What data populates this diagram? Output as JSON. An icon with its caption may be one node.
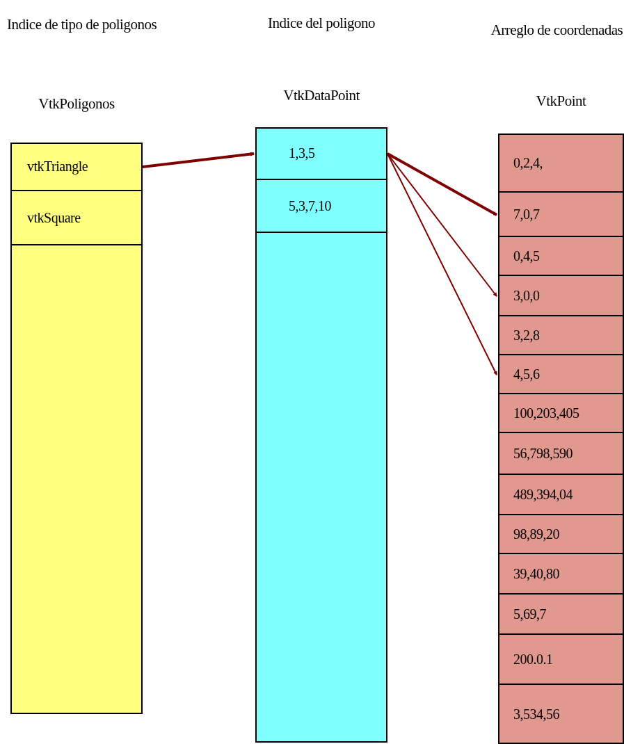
{
  "diagram": {
    "nodes": [
      {
        "text": [
          "Indice de tipo de poligonos",
          "VtkPoligonos"
        ]
      },
      {
        "text": [
          "vtkTriangle"
        ],
        "in": 0
      },
      {
        "text": [
          "vtkSquare"
        ],
        "in": 0
      },
      {
        "text": [
          "Indice del poligono",
          "VtkDataPoint"
        ]
      },
      {
        "text": [
          "1,3,5"
        ],
        "in": 3
      },
      {
        "text": [
          "5,3,7,10"
        ],
        "in": 3
      },
      {
        "text": [
          "Arreglo de coordenadas",
          "VtkPoint"
        ]
      },
      {
        "text": [
          "0,2,4,"
        ],
        "in": 6
      },
      {
        "text": [
          "7,0,7"
        ],
        "in": 6
      },
      {
        "text": [
          "0,4,5"
        ],
        "in": 6
      },
      {
        "text": [
          "3,0,0"
        ],
        "in": 6
      },
      {
        "text": [
          "3,2,8"
        ],
        "in": 6
      },
      {
        "text": [
          "4,5,6"
        ],
        "in": 6
      },
      {
        "text": [
          "100,203,405"
        ],
        "in": 6
      },
      {
        "text": [
          "56,798,590"
        ],
        "in": 6
      },
      {
        "text": [
          "489,394,04"
        ],
        "in": 6
      },
      {
        "text": [
          "98,89,20"
        ],
        "in": 6
      },
      {
        "text": [
          "39,40,80"
        ],
        "in": 6
      },
      {
        "text": [
          "5,69,7"
        ],
        "in": 6
      },
      {
        "text": [
          "200.0.1"
        ],
        "in": 6
      },
      {
        "text": [
          "3,534,56"
        ],
        "in": 6
      }
    ],
    "edges": [
      {
        "from": 1,
        "to": 4,
        "arrow": "to",
        "style": "thick"
      },
      {
        "from": 4,
        "to": 8,
        "arrow": "to",
        "style": "thick"
      },
      {
        "from": 4,
        "to": 10,
        "arrow": "to"
      },
      {
        "from": 4,
        "to": 12,
        "arrow": "to"
      }
    ]
  }
}
